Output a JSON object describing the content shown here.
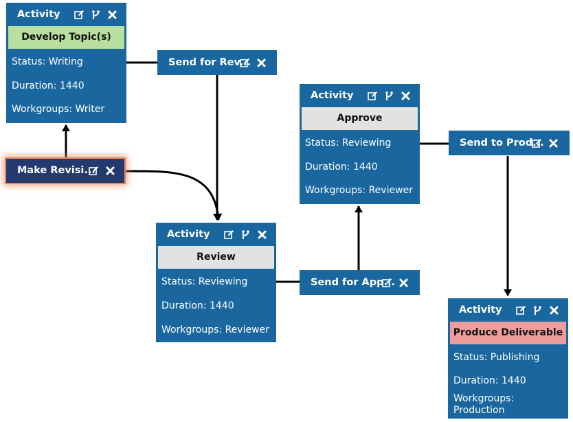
{
  "colors": {
    "node": "#1a679f",
    "selected_connector": "#243a6e",
    "selection_glow": "#e8875a",
    "band_green": "#b8dea0",
    "band_gray": "#e2e2e2",
    "band_red": "#ef9c9c",
    "wire": "#000000"
  },
  "nodes": [
    {
      "header": "Activity",
      "name": "Develop Topic(s)",
      "band": "green",
      "status": "Status: Writing",
      "duration": "Duration: 1440",
      "workgroups": "Workgroups: Writer"
    },
    {
      "header": "Activity",
      "name": "Approve",
      "band": "gray",
      "status": "Status: Reviewing",
      "duration": "Duration: 1440",
      "workgroups": "Workgroups: Reviewer"
    },
    {
      "header": "Activity",
      "name": "Review",
      "band": "gray",
      "status": "Status: Reviewing",
      "duration": "Duration: 1440",
      "workgroups": "Workgroups: Reviewer"
    },
    {
      "header": "Activity",
      "name": "Produce Deliverable",
      "band": "red",
      "status": "Status: Publishing",
      "duration": "Duration: 1440",
      "workgroups": "Workgroups: Production"
    }
  ],
  "connectors": [
    {
      "label": "Send for Rev...",
      "selected": false
    },
    {
      "label": "Send to Prod...",
      "selected": false
    },
    {
      "label": "Make Revisi...",
      "selected": true
    },
    {
      "label": "Send for App...",
      "selected": false
    }
  ],
  "icons": {
    "edit": "edit-icon",
    "branch": "branch-icon",
    "close": "close-icon"
  }
}
